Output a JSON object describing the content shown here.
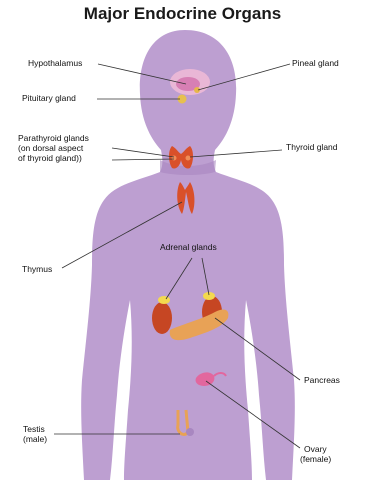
{
  "title": "Major Endocrine Organs",
  "labels": {
    "hypothalamus": "Hypothalamus",
    "pituitary": "Pituitary gland",
    "pineal": "Pineal gland",
    "parathyroid": [
      "Parathyroid glands",
      "(on dorsal aspect",
      "of thyroid gland))"
    ],
    "thyroid": "Thyroid gland",
    "thymus": "Thymus",
    "adrenal": "Adrenal glands",
    "pancreas": "Pancreas",
    "testis": [
      "Testis",
      "(male)"
    ],
    "ovary": [
      "Ovary",
      "(female)"
    ]
  },
  "colors": {
    "body": "#bd9fd1",
    "head_shadow": "#a887c0",
    "gland_red": "#d9502a",
    "pancreas": "#e8a256",
    "adrenal": "#f3d94f",
    "ovary_pink": "#e2679e",
    "leader": "#333333"
  }
}
